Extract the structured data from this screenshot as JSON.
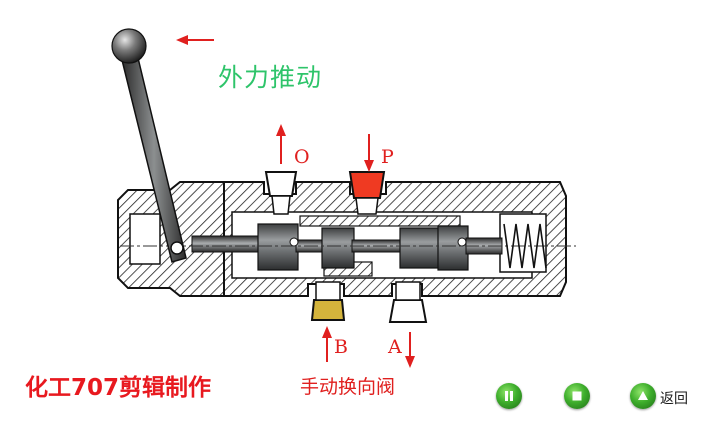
{
  "caption": "外力推动",
  "ports": {
    "o": "O",
    "p": "P",
    "b": "B",
    "a": "A"
  },
  "credit": "化工707剪辑制作",
  "title": "手动换向阀",
  "controls": {
    "back_label": "返回",
    "pause_icon": "pause-icon",
    "stop_icon": "stop-icon",
    "play_icon": "play-icon"
  },
  "colors": {
    "arrow": "#e0201f",
    "caption": "#2ec46a",
    "port_p_fill": "#ef3a22",
    "port_b_fill": "#d4b43c",
    "body_fill": "#dcdcdc",
    "spool_fill": "#6f7375",
    "button_green": "#3eae2c"
  }
}
